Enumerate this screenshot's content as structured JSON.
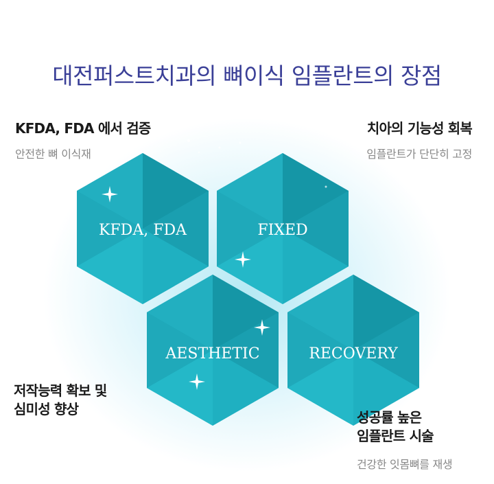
{
  "title": "대전퍼스트치과의 뼈이식 임플란트의 장점",
  "hexagons": [
    {
      "label": "KFDA, FDA"
    },
    {
      "label": "FIXED"
    },
    {
      "label": "AESTHETIC"
    },
    {
      "label": "RECOVERY"
    }
  ],
  "blocks": {
    "top_left": {
      "head": "KFDA, FDA 에서 검증",
      "sub": "안전한 뼈 이식재"
    },
    "top_right": {
      "head": "치아의 기능성 회복",
      "sub": "임플란트가 단단히 고정"
    },
    "bottom_left": {
      "head_line1": "저작능력 확보 및",
      "head_line2": "심미성 향상"
    },
    "bottom_right": {
      "head_line1": "성공률 높은",
      "head_line2": "임플란트 시술",
      "sub": "건강한 잇몸뼈를 재생"
    }
  },
  "colors": {
    "title": "#3a3f97",
    "hex_light": "#22b5c5",
    "hex_dark": "#1596a6",
    "hex_mid": "#1ca6b6"
  }
}
